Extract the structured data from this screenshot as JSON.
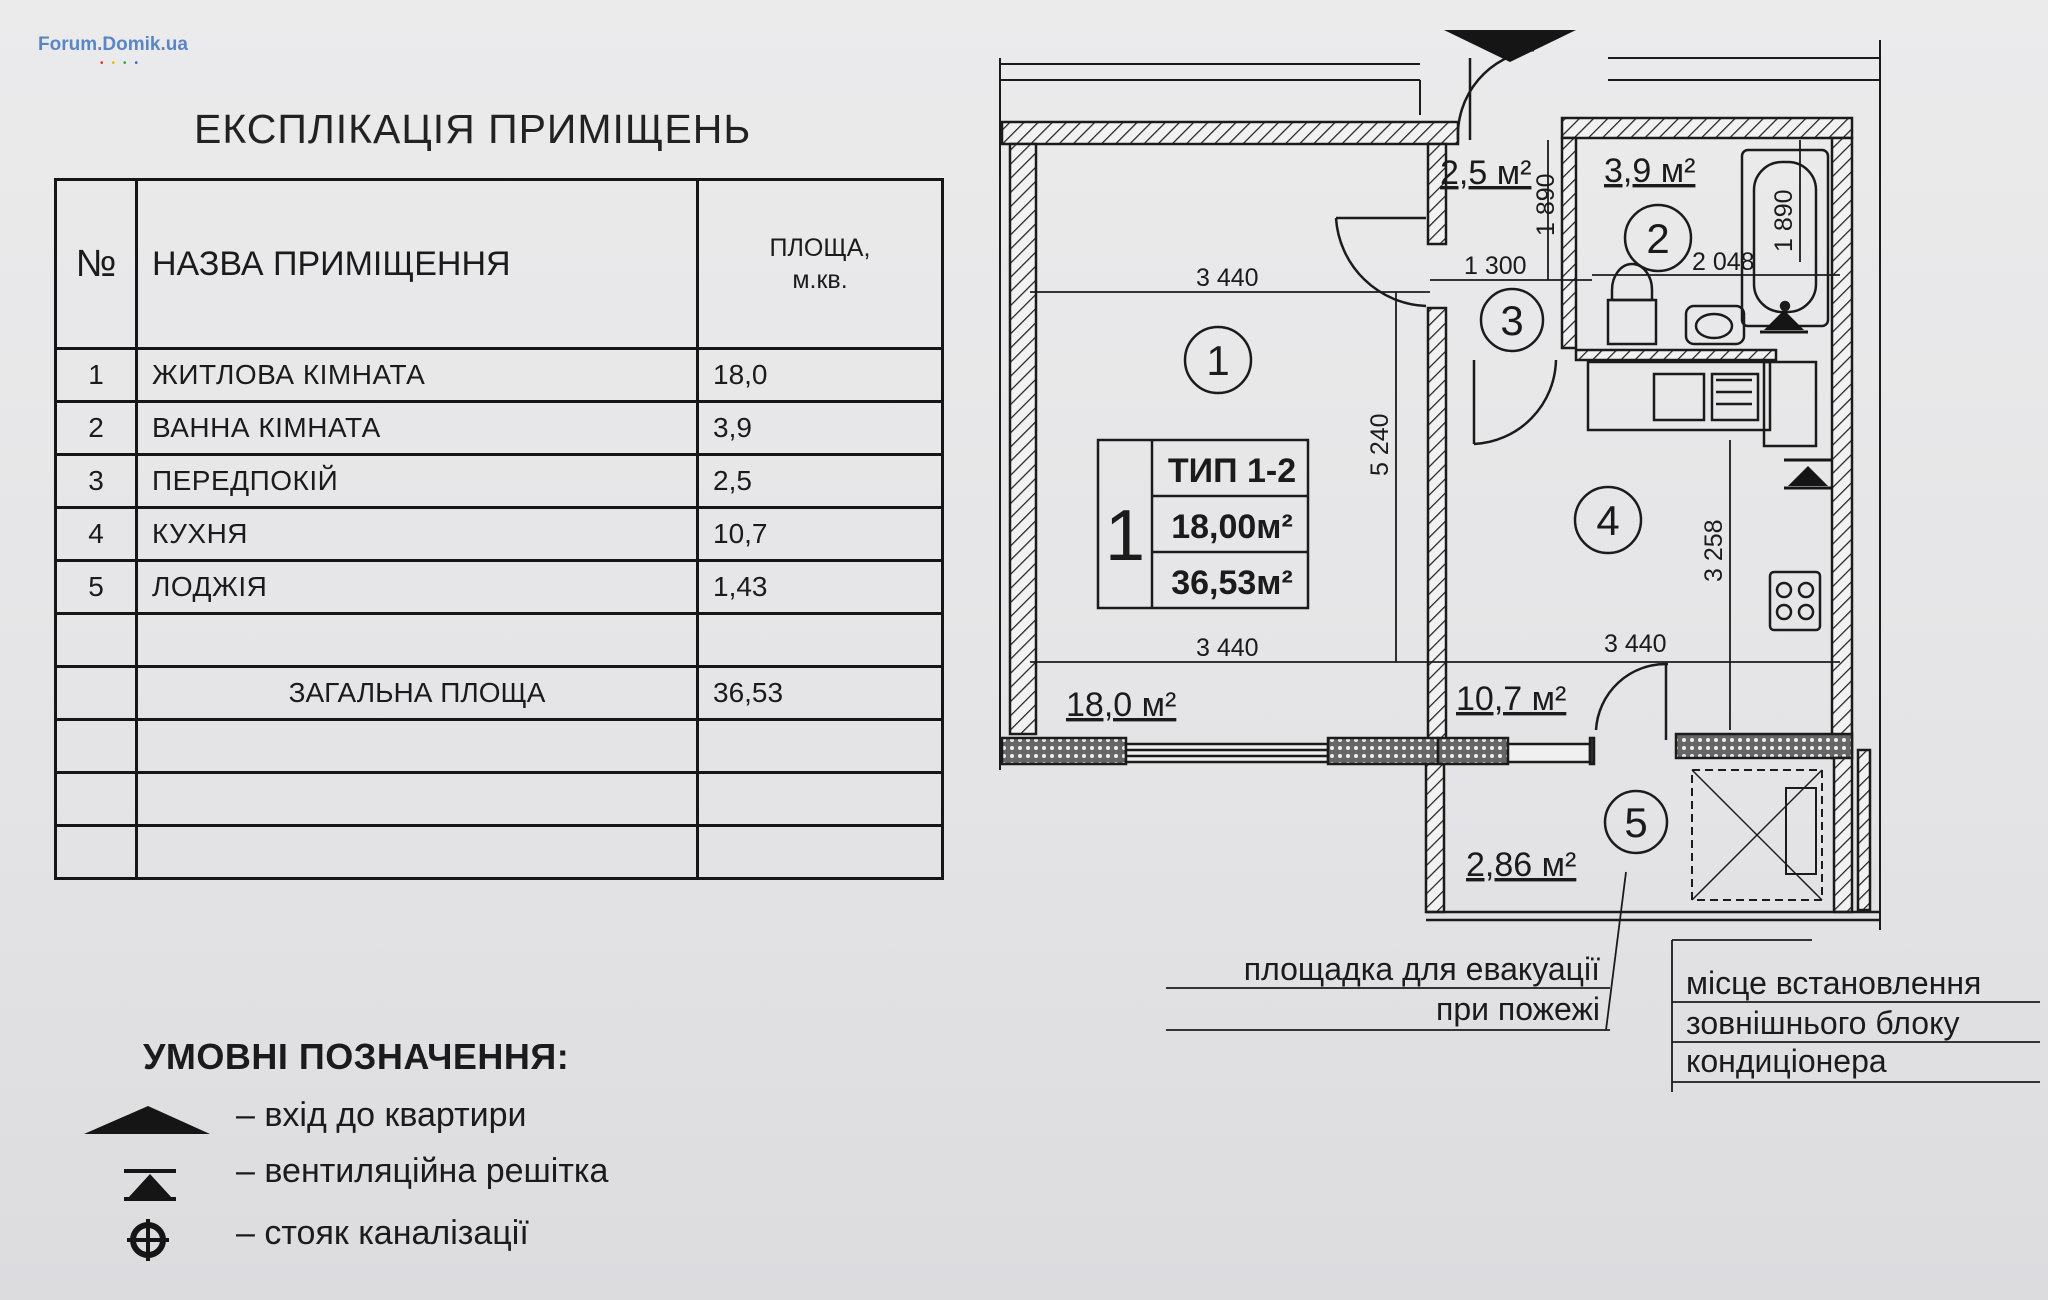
{
  "watermark": "Forum.Domik.ua",
  "explication": {
    "title": "ЕКСПЛІКАЦІЯ ПРИМІЩЕНЬ",
    "headers": {
      "no": "№",
      "name": "НАЗВА ПРИМІЩЕННЯ",
      "area_line1": "ПЛОЩА,",
      "area_line2": "м.кв."
    },
    "rows": [
      {
        "no": "1",
        "name": "ЖИТЛОВА КІМНАТА",
        "area": "18,0"
      },
      {
        "no": "2",
        "name": "ВАННА КІМНАТА",
        "area": "3,9"
      },
      {
        "no": "3",
        "name": "ПЕРЕДПОКІЙ",
        "area": "2,5"
      },
      {
        "no": "4",
        "name": "КУХНЯ",
        "area": "10,7"
      },
      {
        "no": "5",
        "name": "ЛОДЖІЯ",
        "area": "1,43"
      }
    ],
    "total_label": "ЗАГАЛЬНА ПЛОЩА",
    "total_area": "36,53"
  },
  "plan": {
    "room_numbers": [
      "1",
      "2",
      "3",
      "4",
      "5"
    ],
    "areas": {
      "room1": "18,0 м²",
      "room2": "3,9 м²",
      "room3": "2,5 м²",
      "room4": "10,7 м²",
      "room5": "2,86 м²"
    },
    "dimensions": {
      "d1": "3 440",
      "d2": "1 300",
      "d3": "2 048",
      "d4": "1 890",
      "d5": "1 890",
      "d6": "5 240",
      "d7": "3 258",
      "d8": "3 440",
      "d9": "3 440"
    },
    "type_box": {
      "count": "1",
      "type": "ТИП 1-2",
      "living_area": "18,00м²",
      "total_area": "36,53м²"
    },
    "note_evacuation": [
      "площадка для евакуації",
      "при пожежі"
    ],
    "note_ac": [
      "місце встановлення",
      "зовнішнього блоку",
      "кондиціонера"
    ]
  },
  "legend": {
    "title": "УМОВНІ ПОЗНАЧЕННЯ:",
    "items": [
      {
        "icon": "entrance-icon",
        "text": "– вхід до квартири"
      },
      {
        "icon": "vent-grille-icon",
        "text": "– вентиляційна решітка"
      },
      {
        "icon": "sewer-riser-icon",
        "text": "– стояк каналізації"
      }
    ]
  }
}
